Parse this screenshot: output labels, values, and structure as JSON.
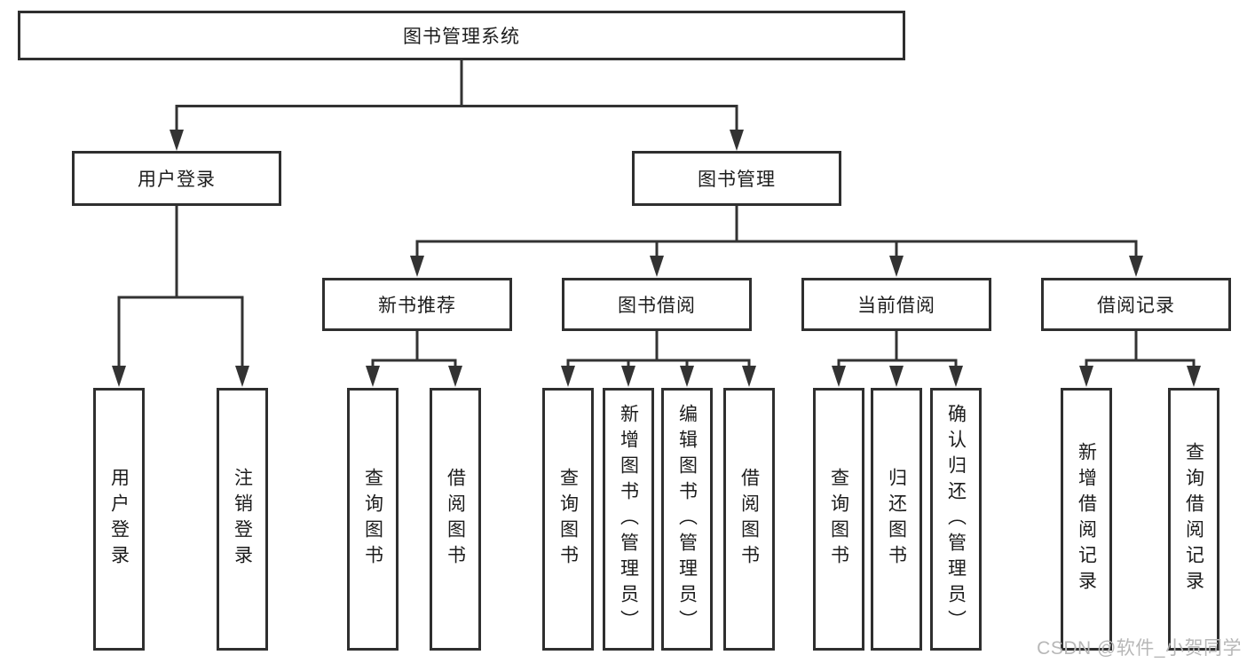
{
  "root_label": "图书管理系统",
  "branches": {
    "user_login": {
      "label": "用户登录",
      "leaves": [
        "用户登录",
        "注销登录"
      ]
    },
    "book_mgmt": {
      "label": "图书管理"
    }
  },
  "sections": [
    {
      "label": "新书推荐",
      "leaves": [
        "查询图书",
        "借阅图书"
      ]
    },
    {
      "label": "图书借阅",
      "leaves": [
        "查询图书",
        "新增图书（管理员）",
        "编辑图书（管理员）",
        "借阅图书"
      ]
    },
    {
      "label": "当前借阅",
      "leaves": [
        "查询图书",
        "归还图书",
        "确认归还（管理员）"
      ]
    },
    {
      "label": "借阅记录",
      "leaves": [
        "新增借阅记录",
        "查询借阅记录"
      ]
    }
  ],
  "watermark": "CSDN @软件_小贺同学",
  "colors": {
    "line": "#333333",
    "border": "#2f2f2f",
    "text": "#1c1c1c",
    "watermark": "#b7b7b7"
  }
}
